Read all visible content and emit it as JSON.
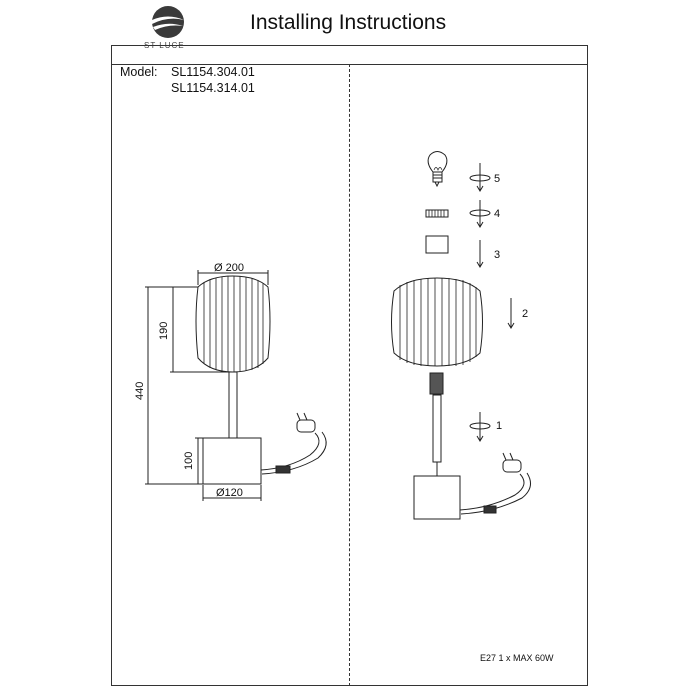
{
  "brand": {
    "name": "ST LUCE"
  },
  "header": {
    "title": "Installing Instructions"
  },
  "model": {
    "label": "Model:",
    "codes": [
      "SL1154.304.01",
      "SL1154.314.01"
    ]
  },
  "dimensions": {
    "shade_diameter": "Ø 200",
    "shade_height": "190",
    "total_height": "440",
    "base_height": "100",
    "base_diameter": "Ø120"
  },
  "steps": [
    "5",
    "4",
    "3",
    "2",
    "1"
  ],
  "footer": {
    "spec": "E27 1 x MAX 60W"
  }
}
